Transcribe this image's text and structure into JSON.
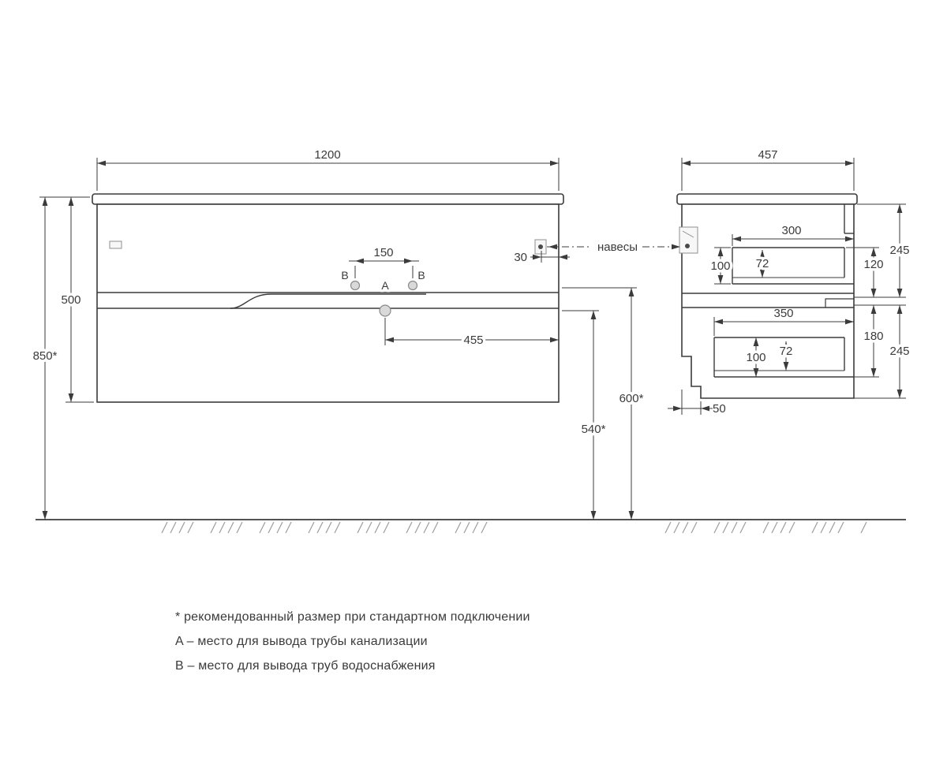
{
  "front_view": {
    "width": "1200",
    "height": "500",
    "mount_height": "850*",
    "b_spacing": "150",
    "bracket_offset": "30",
    "hangers": "навесы",
    "point_a": "A",
    "point_b_left": "B",
    "point_b_right": "B",
    "drain_offset": "455",
    "supply_height": "600*",
    "drain_height": "540*"
  },
  "side_view": {
    "depth": "457",
    "top_drawer_depth": "300",
    "top_drawer_height": "100",
    "top_drawer_inner_height": "72",
    "top_front_height": "120",
    "top_section_height": "245",
    "bottom_drawer_depth": "350",
    "bottom_drawer_height": "100",
    "bottom_drawer_inner_height": "72",
    "bottom_front_height": "180",
    "bottom_section_height": "245",
    "plinth_recess": "50"
  },
  "legend": {
    "note_asterisk": "* рекомендованный размер при стандартном подключении",
    "note_a": "A – место для вывода трубы канализации",
    "note_b": "B – место для вывода труб водоснабжения"
  },
  "colors": {
    "line": "#3b3b3b",
    "hatch": "#9a9a9a",
    "fitting_fill": "#d9d9d9"
  }
}
